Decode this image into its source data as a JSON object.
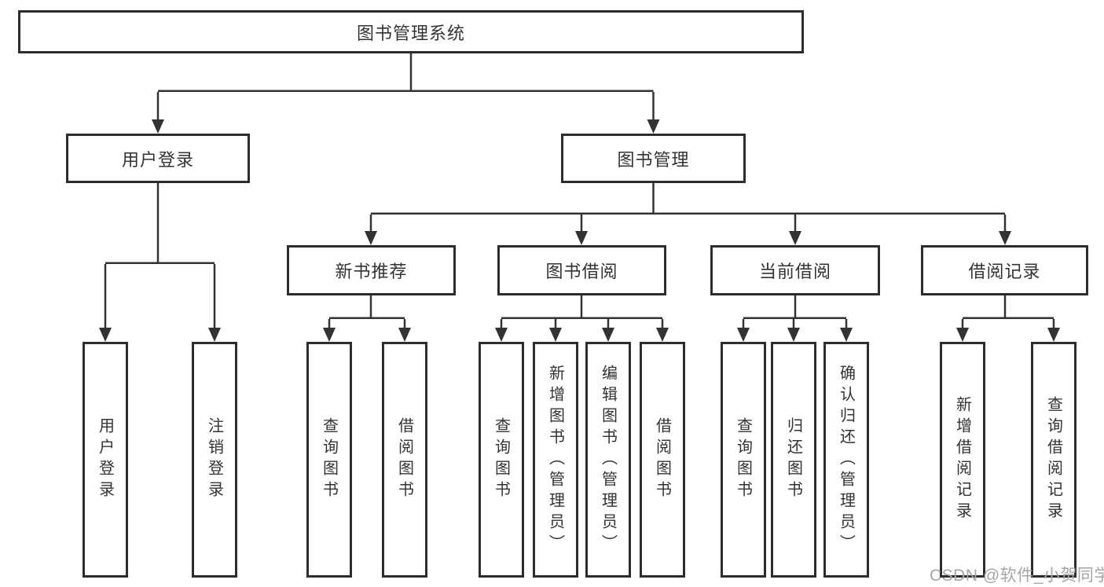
{
  "watermark": "CSDN @软件_小贺同学",
  "colors": {
    "line": "#333333",
    "box_border": "#2d2d2d",
    "text": "#333333",
    "watermark": "#a6a6a6",
    "background": "#ffffff"
  },
  "tree": {
    "label": "图书管理系统",
    "children": [
      {
        "label": "用户登录",
        "children": [
          {
            "label": "用户登录"
          },
          {
            "label": "注销登录"
          }
        ]
      },
      {
        "label": "图书管理",
        "children": [
          {
            "label": "新书推荐",
            "children": [
              {
                "label": "查询图书"
              },
              {
                "label": "借阅图书"
              }
            ]
          },
          {
            "label": "图书借阅",
            "children": [
              {
                "label": "查询图书"
              },
              {
                "label": "新增图书（管理员）"
              },
              {
                "label": "编辑图书（管理员）"
              },
              {
                "label": "借阅图书"
              }
            ]
          },
          {
            "label": "当前借阅",
            "children": [
              {
                "label": "查询图书"
              },
              {
                "label": "归还图书"
              },
              {
                "label": "确认归还（管理员）"
              }
            ]
          },
          {
            "label": "借阅记录",
            "children": [
              {
                "label": "新增借阅记录"
              },
              {
                "label": "查询借阅记录"
              }
            ]
          }
        ]
      }
    ]
  }
}
